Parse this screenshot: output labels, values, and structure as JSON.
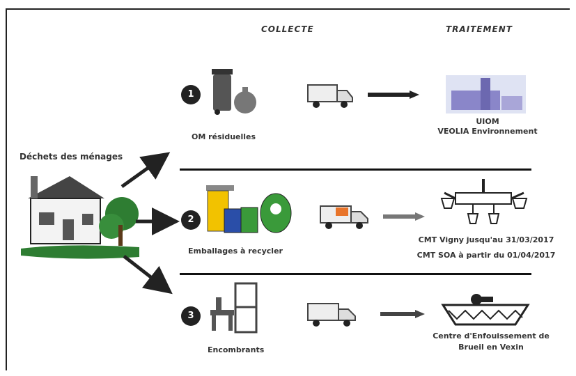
{
  "headers": {
    "collecte": "COLLECTE",
    "traitement": "TRAITEMENT"
  },
  "source": {
    "label": "Déchets des ménages"
  },
  "flows": [
    {
      "number": "1",
      "label": "OM résiduelles",
      "treatment": [
        "UIOM",
        "VEOLIA Environnement"
      ]
    },
    {
      "number": "2",
      "label": "Emballages à recycler",
      "treatment": [
        "CMT Vigny jusqu'au 31/03/2017",
        "CMT SOA à partir du 01/04/2017"
      ]
    },
    {
      "number": "3",
      "label": "Encombrants",
      "treatment": [
        "Centre d'Enfouissement de",
        "Brueil en Vexin"
      ]
    }
  ],
  "colors": {
    "ink": "#222222",
    "house_roof": "#444444",
    "tree": "#2e7d32",
    "bin_yellow": "#f2c200",
    "bin_blue": "#2a4ea8",
    "bin_green": "#3a9a3a",
    "truck_orange": "#e8742a",
    "factory": "#8a86c9"
  }
}
